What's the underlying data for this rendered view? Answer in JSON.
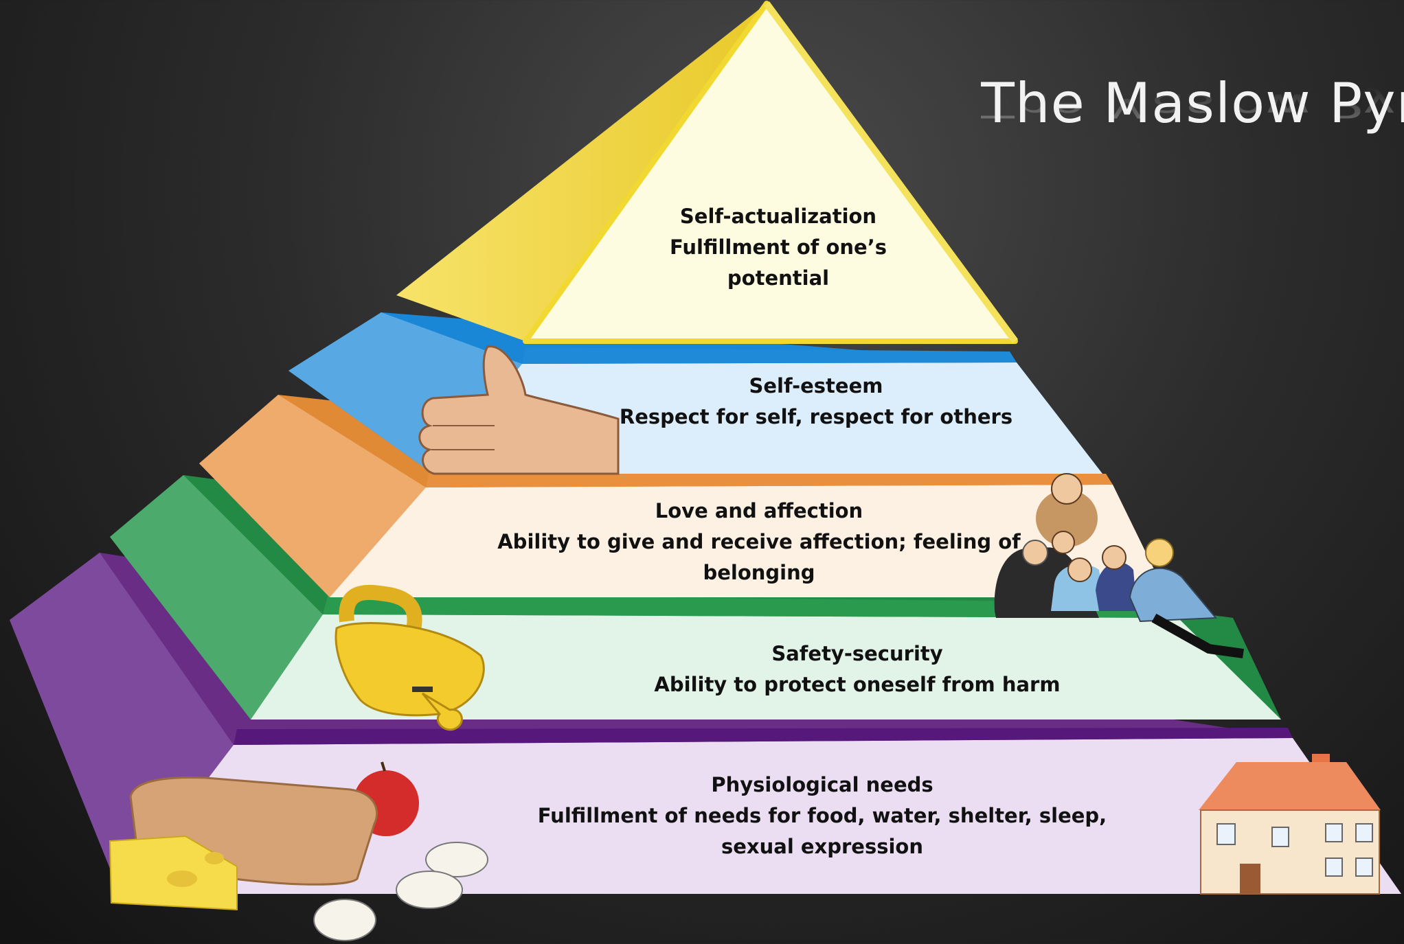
{
  "title": "The Maslow Pyramid",
  "colors": {
    "top": "#f5e25c",
    "top_face": "#fdfbe0",
    "esteem": "#4fa3e3",
    "esteem_face": "#dcedfb",
    "love": "#f0a35a",
    "love_face": "#fdf1e4",
    "safety": "#36a158",
    "safety_face": "#e2f3e8",
    "physio": "#7a3e9a",
    "physio_face": "#ebdef2"
  },
  "levels": {
    "self_actualization": {
      "name": "Self-actualization",
      "desc1": "Fulfillment of one’s",
      "desc2": "potential",
      "illustration": "none"
    },
    "self_esteem": {
      "name": "Self-esteem",
      "desc1": "Respect for self, respect for others",
      "illustration": "thumbs-up-icon"
    },
    "love": {
      "name": "Love and affection",
      "desc1": "Ability to give and receive affection; feeling of",
      "desc2": "belonging",
      "illustration": "family-icon"
    },
    "safety": {
      "name": "Safety-security",
      "desc1": "Ability to protect oneself from harm",
      "illustration": "padlock-icon"
    },
    "physiological": {
      "name": "Physiological needs",
      "desc1": "Fulfillment of needs for food, water, shelter, sleep,",
      "desc2": "sexual expression",
      "illustration": "food-and-house-icon"
    }
  }
}
